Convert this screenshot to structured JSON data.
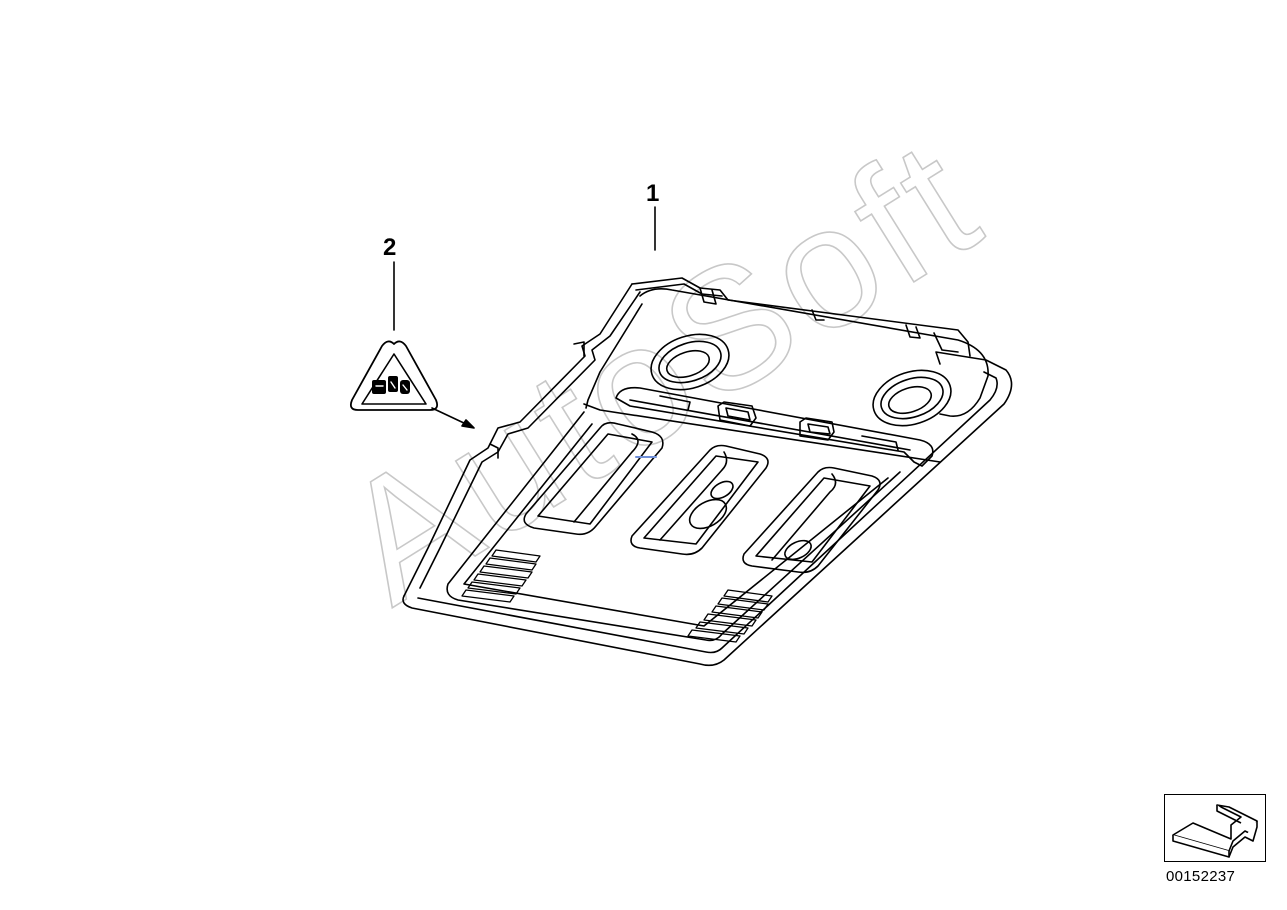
{
  "callouts": {
    "part_1": "1",
    "part_2": "2"
  },
  "watermark": {
    "text": "AutoSoft"
  },
  "reference": {
    "number": "00152237"
  },
  "icons": {
    "warning_label": "warning-triangle-icon",
    "orientation": "orientation-arrow-icon"
  },
  "colors": {
    "line": "#000000",
    "watermark": "#cfcfcf",
    "background": "#ffffff",
    "marker": "#6f8fd8"
  }
}
